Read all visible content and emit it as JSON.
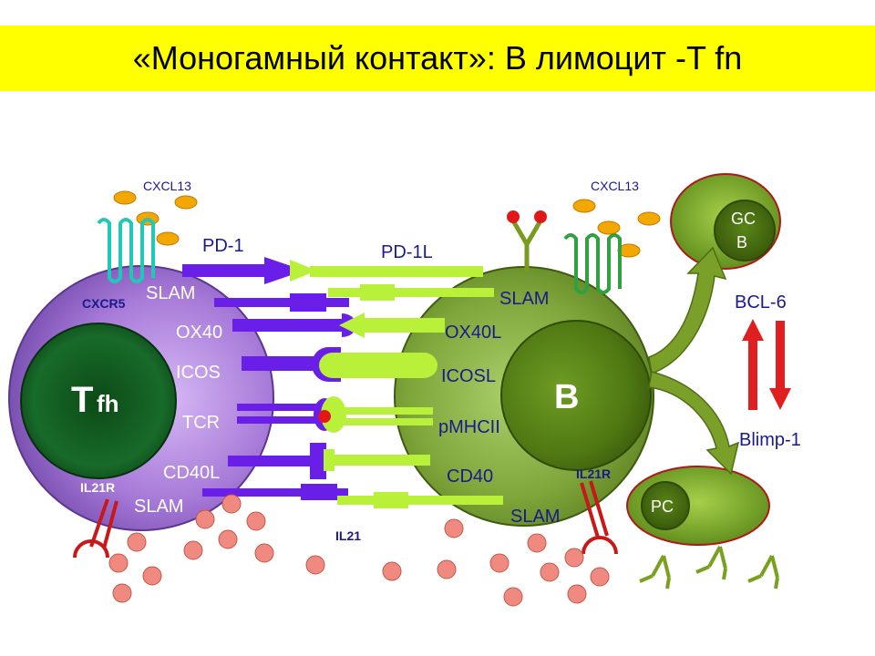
{
  "title": "«Моногамный контакт»: В лимоцит -T fn",
  "colors": {
    "title_bg": "#ffff00",
    "tfh_cell": "#9b6fd0",
    "tfh_nucleus": "#0f5a1f",
    "b_cell": "#6b9a2a",
    "b_nucleus": "#4f7a12",
    "tfh_molecule": "#6a1fe8",
    "b_molecule": "#b8f03a",
    "il21": "#f08a80",
    "cxcl13": "#f2a800",
    "receptor_red": "#e03030",
    "arrow_red": "#e02020",
    "green_arrow": "#6b8f22"
  },
  "labels": {
    "cxcl13_left": "CXCL13",
    "cxcl13_right": "CXCL13",
    "cxcr5": "CXCR5",
    "pd1": "PD-1",
    "pd1l": "PD-1L",
    "slam_tfh_top": "SLAM",
    "ox40": "OX40",
    "icos": "ICOS",
    "tcr": "TCR",
    "cd40l": "CD40L",
    "slam_tfh_bottom": "SLAM",
    "il21r_left": "IL21R",
    "tfh_main": "T",
    "tfh_sub": "fh",
    "slam_b_top": "SLAM",
    "ox40l": "OX40L",
    "icosl": "ICOSL",
    "pmhcii": "pMHCII",
    "cd40": "CD40",
    "slam_b_bottom": "SLAM",
    "il21r_right": "IL21R",
    "il21": "IL21",
    "b_cell": "B",
    "gcb_line1": "GC",
    "gcb_line2": "B",
    "pc": "PC",
    "bcl6": "BCL-6",
    "blimp1": "Blimp-1"
  }
}
